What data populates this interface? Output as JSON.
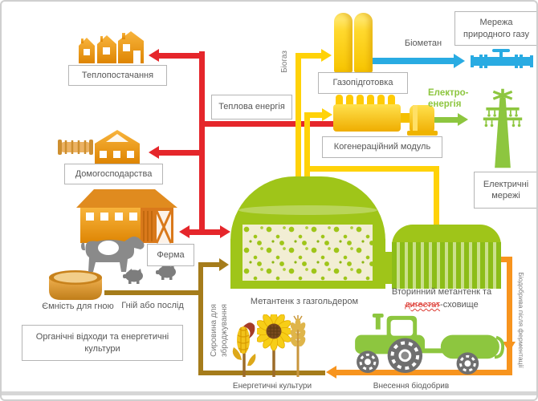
{
  "boxes": {
    "heat_supply": "Теплопостачання",
    "thermal_energy": "Теплова енергія",
    "households": "Домогосподарства",
    "farm": "Ферма",
    "organic_waste": "Органічні відходи та енергетичні культури",
    "gas_treatment": "Газопідготовка",
    "gas_network": "Мережа природного газу",
    "cogeneration": "Когенераційний модуль",
    "power_grid": "Електричні мережі"
  },
  "labels": {
    "biogas": "Біогаз",
    "biomethane": "Біометан",
    "electricity_line1": "Електро-",
    "electricity_line2": "енергія",
    "manure_container": "Ємність для гною",
    "manure_or_litter": "Гній або послід",
    "main_digester": "Метантенк з газгольдером",
    "secondary_digester_line1": "Вторинний метантенк та",
    "digestate_word": "дигестат",
    "digestate_storage_suffix": "-сховище",
    "feedstock_line1": "Сировина для",
    "feedstock_line2": "зброджування",
    "energy_crops": "Енергетичні культури",
    "fertilizer_application": "Внесення біодобрив",
    "fertilizer_after_fermentation": "Біодобрива після ферментації"
  },
  "colors": {
    "heat_flow": "#E5262B",
    "biogas_flow": "#FFCB05",
    "biomethane_flow": "#29ABE2",
    "electricity_flow": "#8DC63F",
    "substrate_flow": "#A57C1B",
    "digestate_flow": "#F7941E",
    "digester_green": "#9FC519",
    "building_orange": "#EF9722",
    "label_text": "#595959"
  },
  "icons": [
    "district-houses-icon",
    "household-house-icon",
    "pipe-radiator-icon",
    "barn-icon",
    "cow-icon",
    "pig-icon",
    "manure-bowl-icon",
    "digester-dome-icon",
    "secondary-tank-icon",
    "gas-columns-icon",
    "gas-pipe-valve-icon",
    "cogeneration-engine-icon",
    "power-pole-icon",
    "corn-icon",
    "sunflower-icon",
    "wheat-icon",
    "tractor-slurry-icon"
  ]
}
